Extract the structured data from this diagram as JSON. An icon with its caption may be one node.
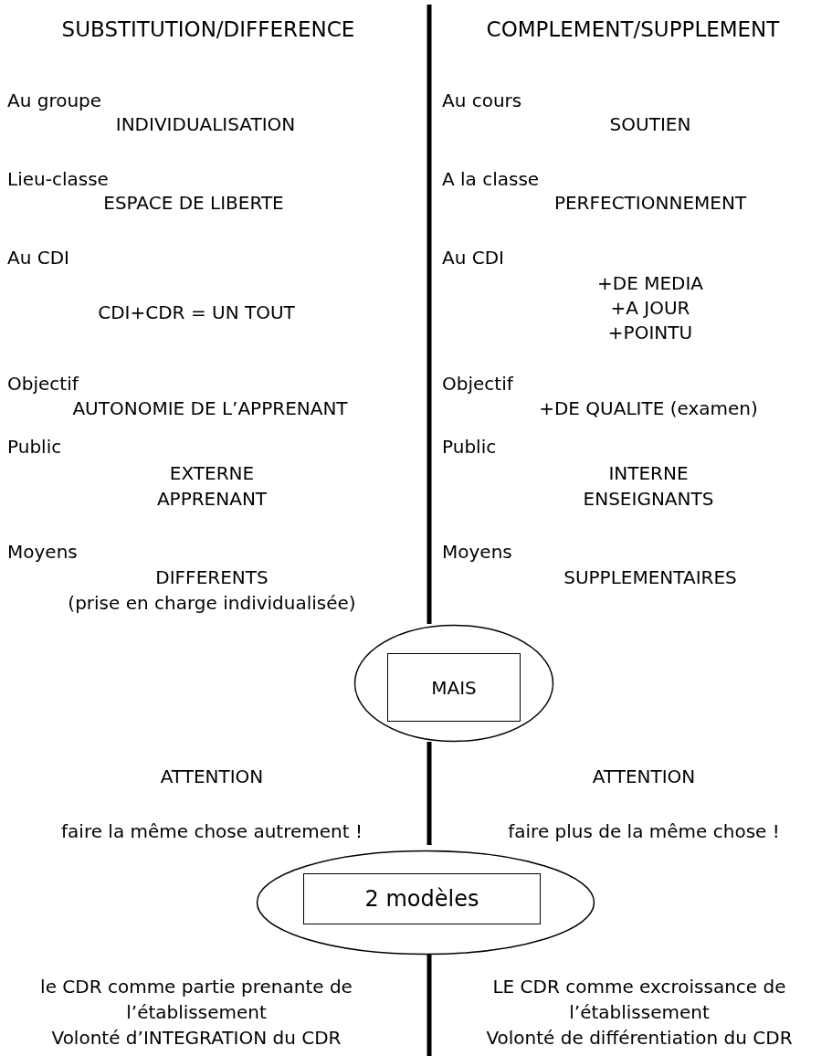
{
  "diagram": {
    "nodes": [
      {
        "text": [],
        "shape": "ellipse"
      },
      {
        "text": [
          "MAIS"
        ],
        "in": 0
      },
      {
        "text": [],
        "shape": "ellipse"
      },
      {
        "text": [
          "2 modèles"
        ],
        "in": 2
      }
    ],
    "labels": [
      "SUBSTITUTION/DIFFERENCE",
      "COMPLEMENT/SUPPLEMENT",
      "Au groupe",
      "INDIVIDUALISATION",
      "Au cours",
      "SOUTIEN",
      "Lieu-classe",
      "ESPACE DE LIBERTE",
      "A la classe",
      "PERFECTIONNEMENT",
      "Au CDI",
      "CDI+CDR = UN TOUT",
      "Au CDI",
      "+DE MEDIA",
      "+A JOUR",
      "+POINTU",
      "Objectif",
      "AUTONOMIE DE L’APPRENANT",
      "Objectif",
      "+DE QUALITE (examen)",
      "Public",
      "EXTERNE",
      "APPRENANT",
      "Public",
      "INTERNE",
      "ENSEIGNANTS",
      "Moyens",
      "DIFFERENTS",
      "(prise en charge individualisée)",
      "Moyens",
      "SUPPLEMENTAIRES",
      "ATTENTION",
      "ATTENTION",
      "faire la même chose autrement !",
      "faire plus de la même chose !",
      "le CDR comme partie prenante de",
      "l’établissement",
      "Volonté d’INTEGRATION du CDR",
      "LE CDR comme excroissance de",
      "l’établissement",
      "Volonté de différentiation du CDR"
    ]
  }
}
